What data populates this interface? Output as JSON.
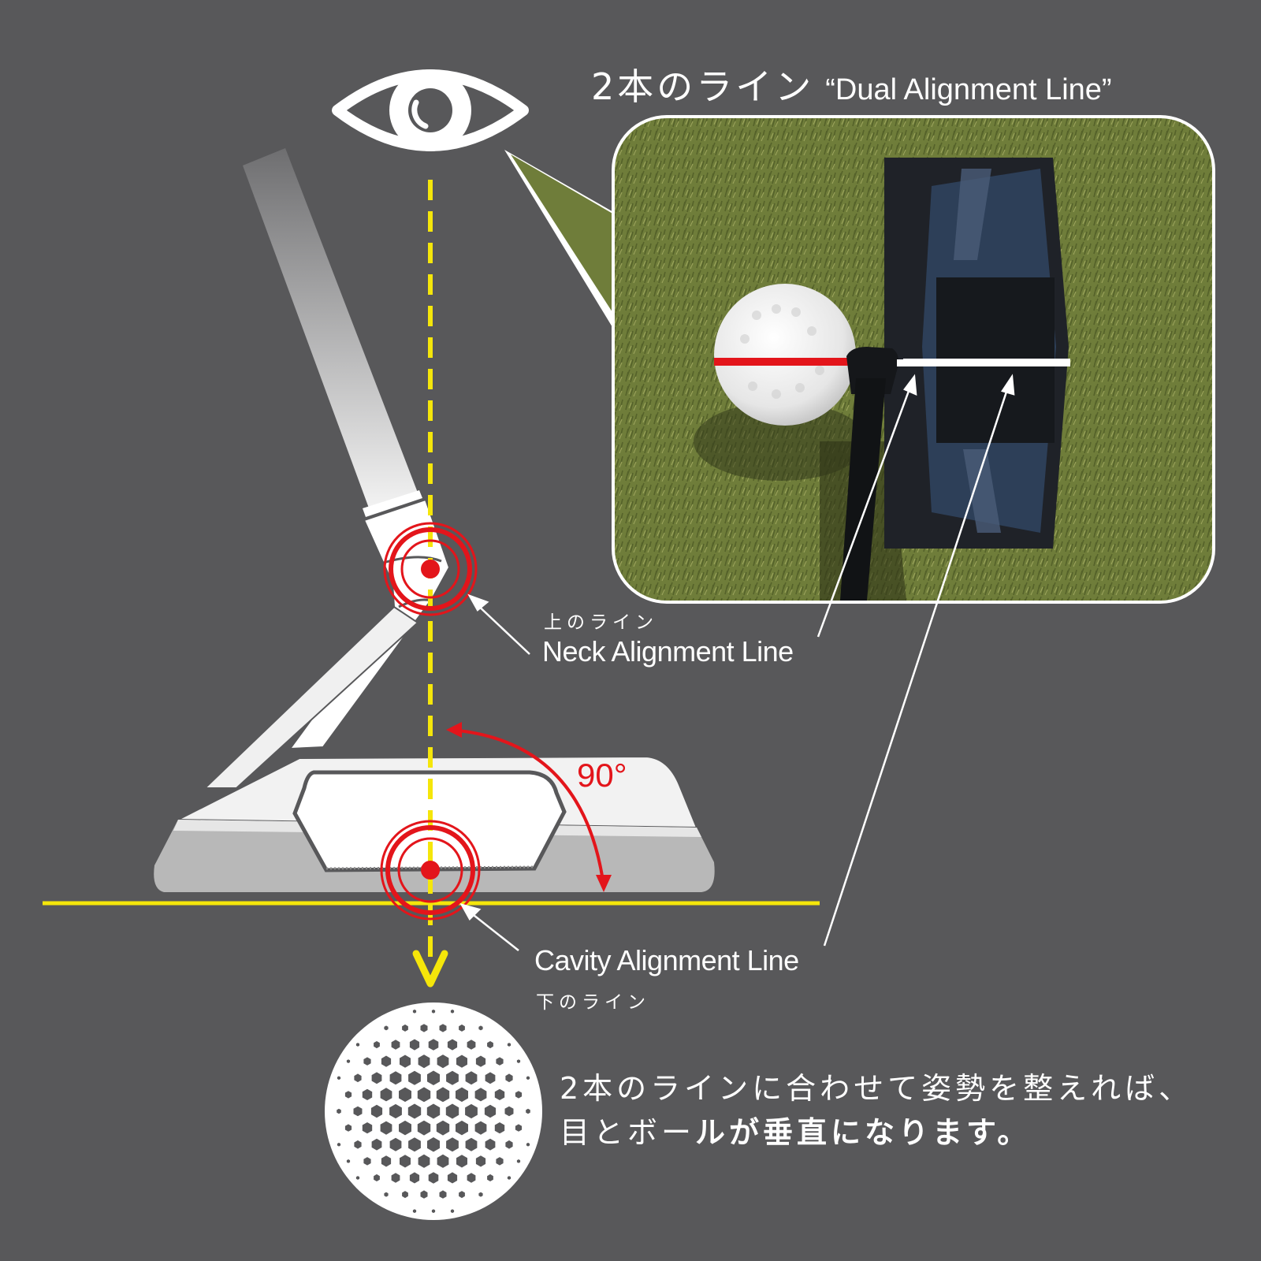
{
  "title": {
    "jp": "2本のライン",
    "en": "“Dual Alignment Line”"
  },
  "labels": {
    "neck_jp": "上のライン",
    "neck_en": "Neck Alignment Line",
    "cavity_en": "Cavity Alignment Line",
    "cavity_jp": "下のライン",
    "angle": "90°"
  },
  "caption": {
    "line1": "2本のラインに合わせて姿勢を整えれば、",
    "line2_a": "目とボー",
    "line2_b": "ルが垂直になります。"
  },
  "icons": {
    "eye": "eye-icon",
    "ball": "golf-ball-icon"
  },
  "colors": {
    "background": "#58585a",
    "guide_yellow": "#f5e60a",
    "target_red": "#e3151b",
    "grass": "#6f7d3a"
  }
}
